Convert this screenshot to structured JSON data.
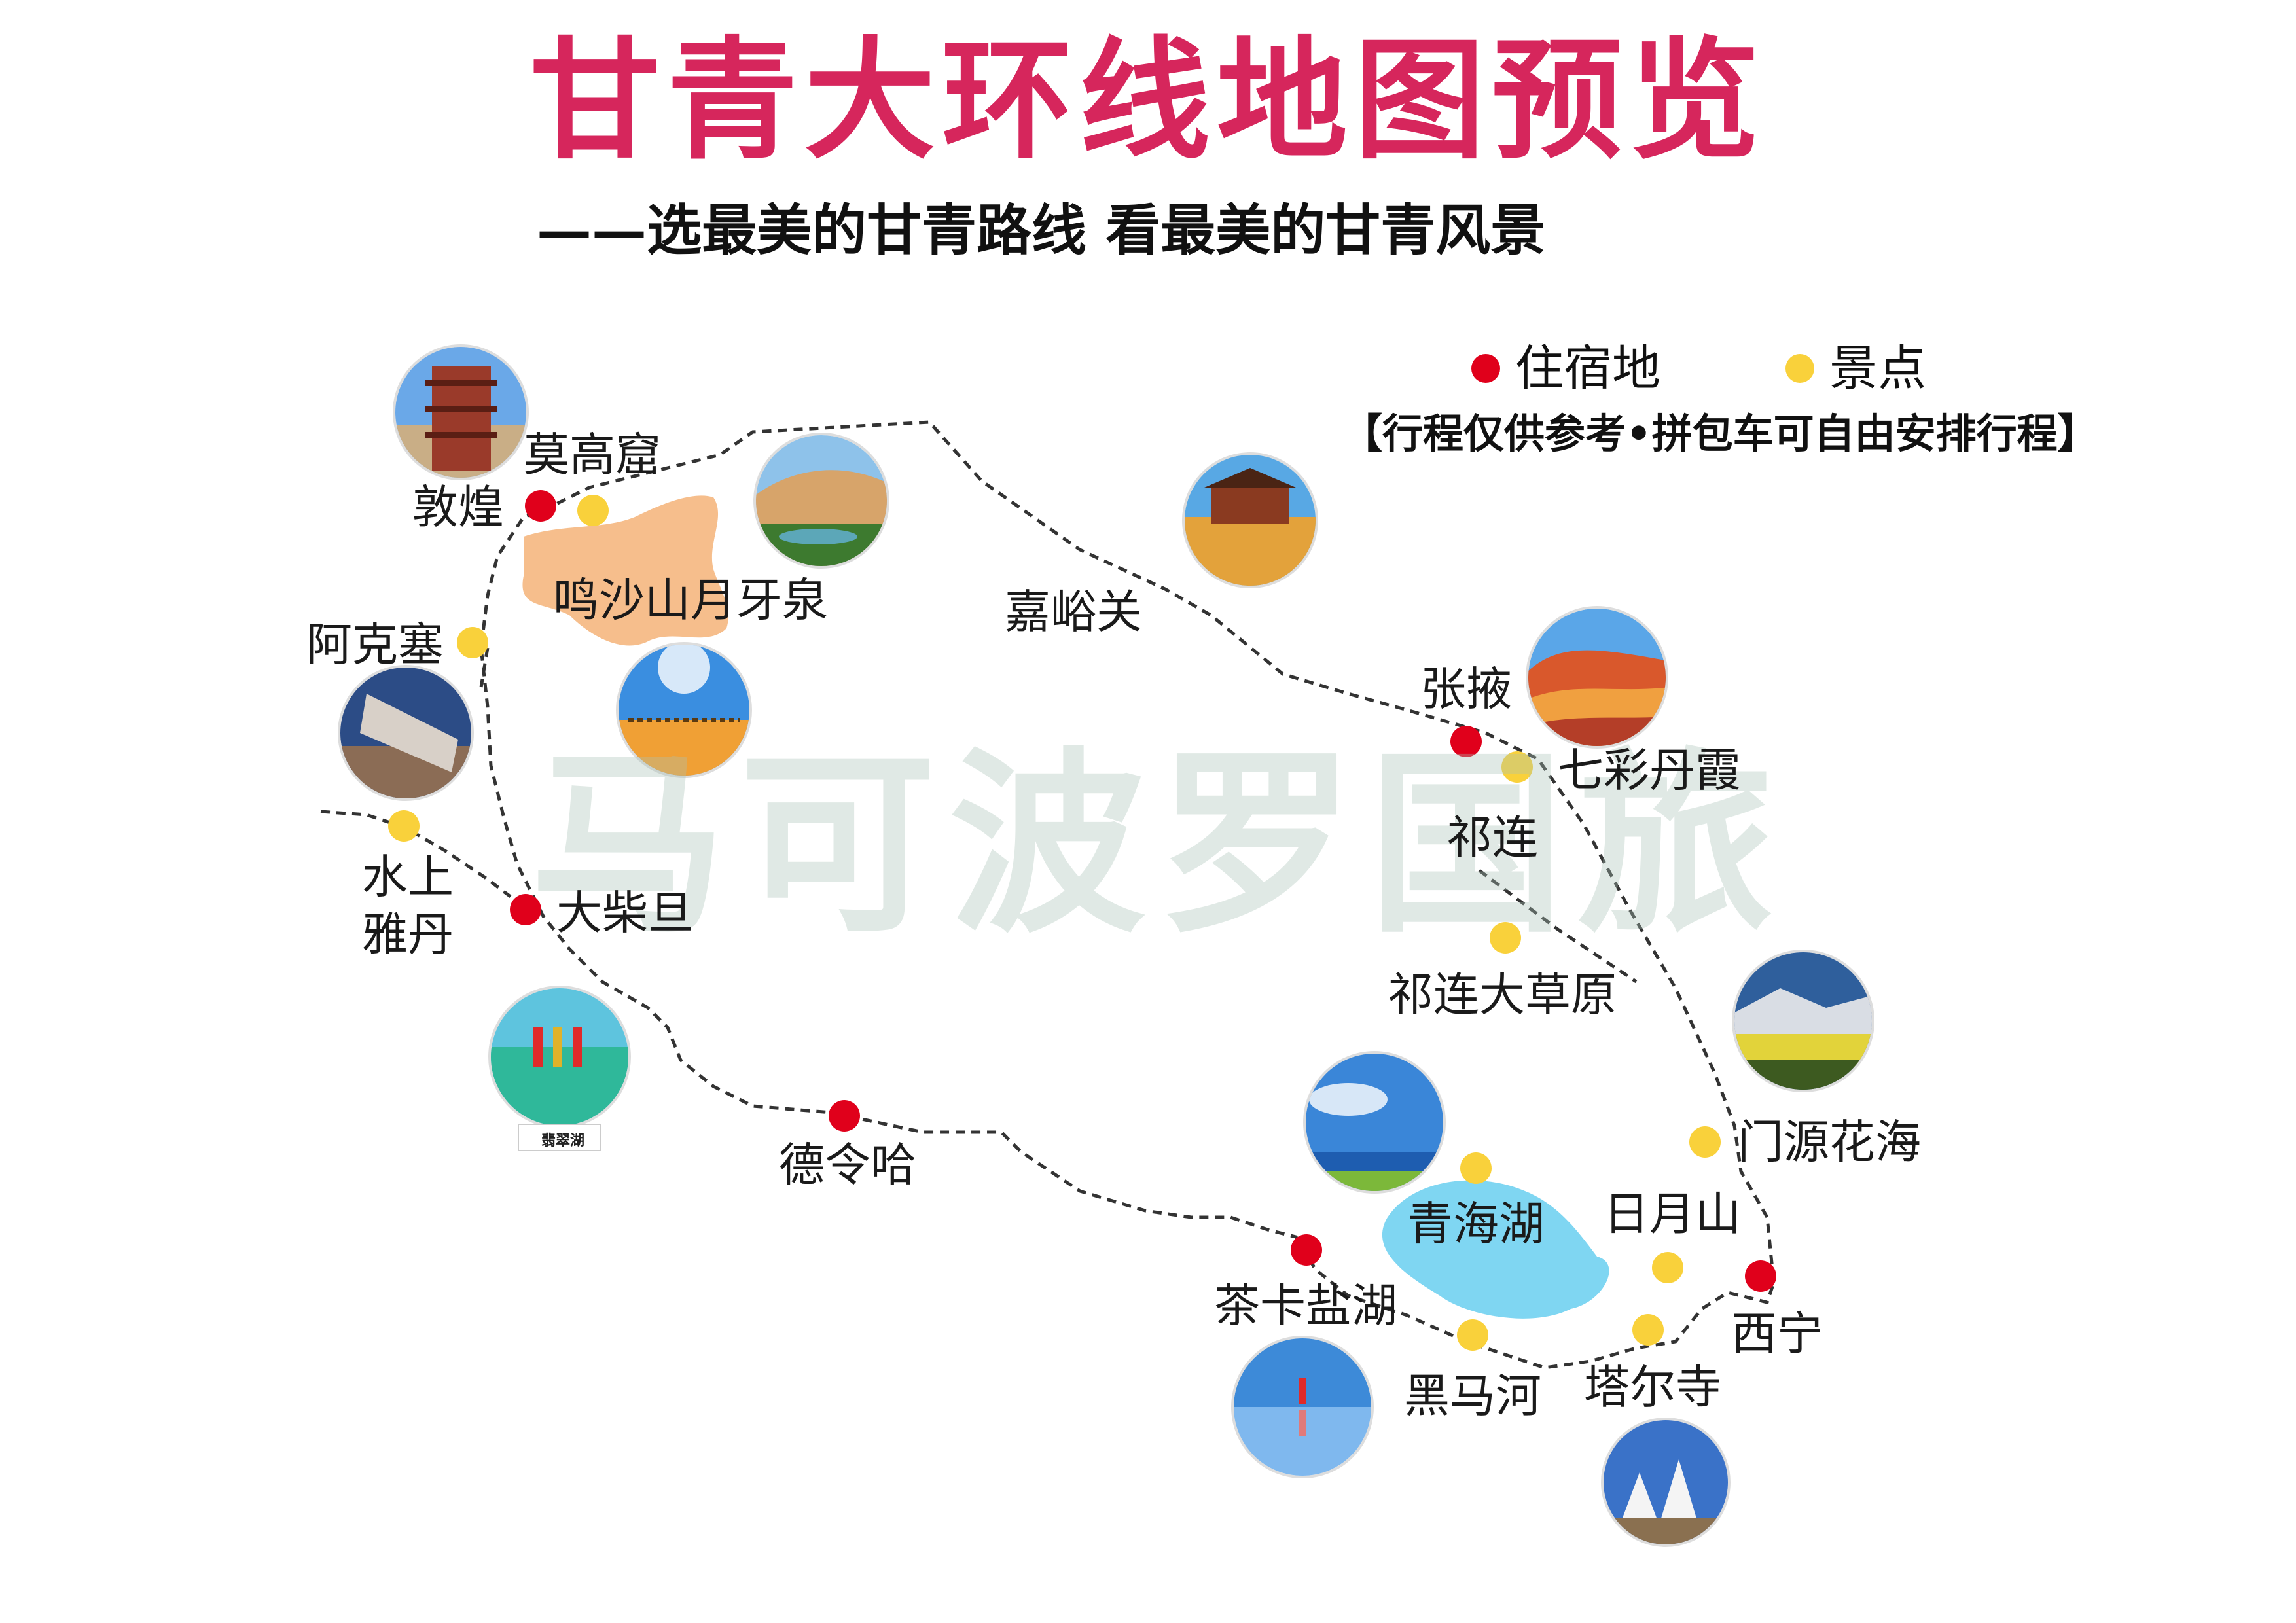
{
  "title": "甘青大环线地图预览",
  "subtitle": "——选最美的甘青路线 看最美的甘青风景",
  "legend": {
    "lodging": "住宿地",
    "scenic": "景点",
    "lodging_color": "#e0001b",
    "scenic_color": "#f9d13b"
  },
  "note": "【行程仅供参考•拼包车可自由安排行程】",
  "watermark": "马可波罗国旅",
  "places": {
    "mogaoku": "莫高窟",
    "dunhuang": "敦煌",
    "mingshashan": "鸣沙山月牙泉",
    "akesai": "阿克塞",
    "shuishang": "水上",
    "yadan": "雅丹",
    "dachaidan": "大柴旦",
    "delingha": "德令哈",
    "jiayuguan": "嘉峪关",
    "zhangye": "张掖",
    "qicaidanxia": "七彩丹霞",
    "qilian": "祁连",
    "qiliancaoyuan": "祁连大草原",
    "menyuan": "门源花海",
    "qinghaihu": "青海湖",
    "riyueshan": "日月山",
    "xining": "西宁",
    "chakayanhu": "茶卡盐湖",
    "heimahe": "黑马河",
    "taersi": "塔尔寺"
  },
  "photo_captions": {
    "feicuihu": "翡翠湖"
  },
  "icons": {
    "mogaoku": "mogao-grottoes-photo-icon",
    "mingshashan": "crescent-lake-photo-icon",
    "desert": "desert-camel-photo-icon",
    "yadan": "yardang-photo-icon",
    "feicuihu": "emerald-lake-photo-icon",
    "jiayuguan": "jiayu-pass-photo-icon",
    "danxia": "danxia-photo-icon",
    "menyuan": "grassland-photo-icon",
    "qinghaihu": "qinghai-lake-photo-icon",
    "chaka": "salt-lake-photo-icon",
    "taersi": "kumbum-monastery-photo-icon"
  }
}
